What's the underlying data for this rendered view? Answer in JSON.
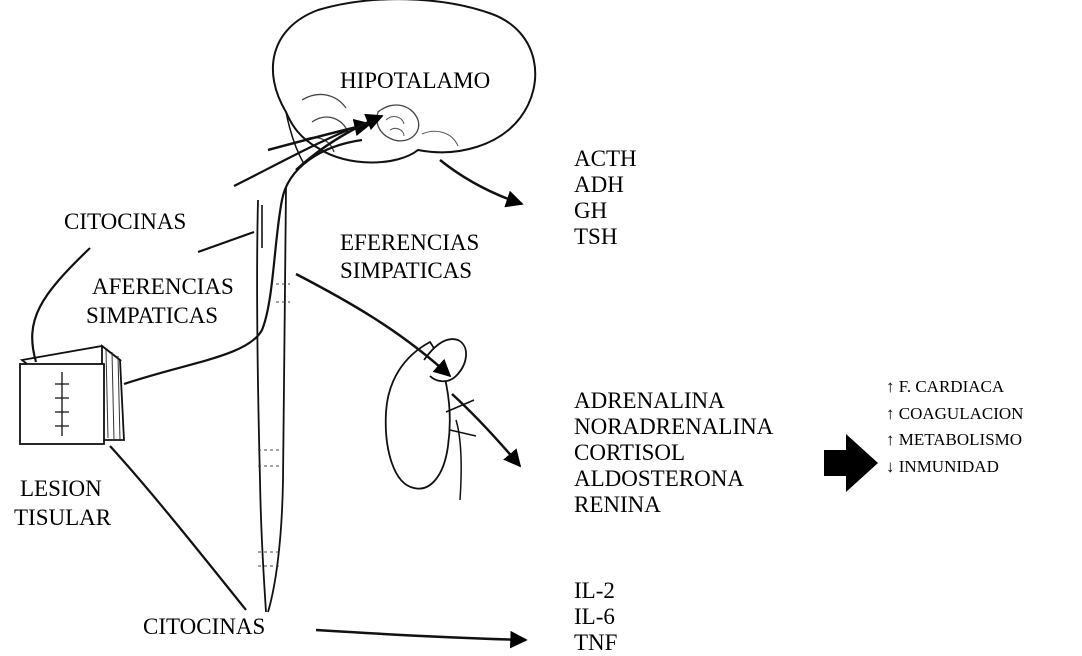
{
  "labels": {
    "hipotalamo": "HIPOTALAMO",
    "citocinas_top": "CITOCINAS",
    "aferencias_1": "AFERENCIAS",
    "aferencias_2": "SIMPATICAS",
    "eferencias_1": "EFERENCIAS",
    "eferencias_2": "SIMPATICAS",
    "lesion_1": "LESION",
    "lesion_2": "TISULAR",
    "citocinas_bottom": "CITOCINAS"
  },
  "pituitary_hormones": [
    "ACTH",
    "ADH",
    "GH",
    "TSH"
  ],
  "adrenal_hormones": [
    "ADRENALINA",
    "NORADRENALINA",
    "CORTISOL",
    "ALDOSTERONA",
    "RENINA"
  ],
  "interleukins": [
    "IL-2",
    "IL-6",
    "TNF"
  ],
  "effects": [
    "↑ F. CARDIACA",
    "↑ COAGULACION",
    "↑ METABOLISMO",
    "↓ INMUNIDAD"
  ]
}
